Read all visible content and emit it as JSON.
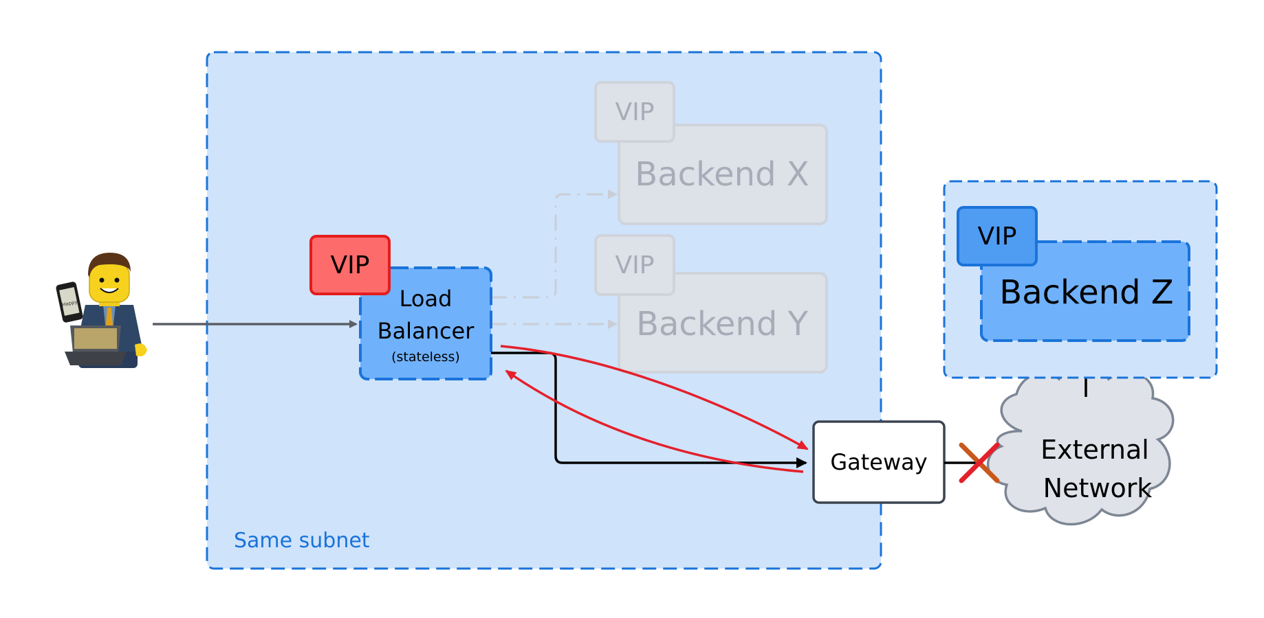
{
  "subnet": {
    "label": "Same subnet"
  },
  "load_balancer": {
    "vip": "VIP",
    "line1": "Load",
    "line2": "Balancer",
    "note": "(stateless)"
  },
  "backend_x": {
    "vip": "VIP",
    "label": "Backend X"
  },
  "backend_y": {
    "vip": "VIP",
    "label": "Backend Y"
  },
  "backend_z": {
    "vip": "VIP",
    "label": "Backend Z"
  },
  "gateway": {
    "label": "Gateway"
  },
  "external_network": {
    "line1": "External",
    "line2": "Network"
  },
  "user_phone": {
    "screen_text": "Happy"
  },
  "colors": {
    "subnet_fill": "#cfe3fb",
    "subnet_border": "#1a73d9",
    "lb_fill": "#70b1fb",
    "vip_red": "#fe6b6b",
    "vip_red_border": "#e41c1c",
    "ghost_fill": "#dde1e8",
    "ghost_border": "#cfd4dc",
    "ghost_text": "#a6adb8",
    "return_path": "#e4202a",
    "blocked_x": "#e4202a",
    "cloud_fill": "#dfe2e8",
    "cloud_border": "#7d8694"
  }
}
